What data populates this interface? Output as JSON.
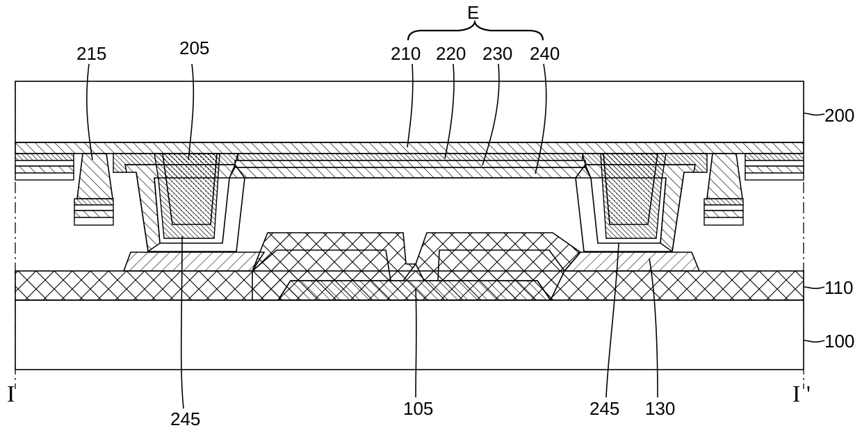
{
  "labels": {
    "E": "E",
    "l210": "210",
    "l220": "220",
    "l230": "230",
    "l240": "240",
    "l215": "215",
    "l205": "205",
    "l200": "200",
    "l110": "110",
    "l100": "100",
    "l245a": "245",
    "l105": "105",
    "l245b": "245",
    "l130": "130"
  },
  "section": {
    "left": "I",
    "right": "I '"
  }
}
